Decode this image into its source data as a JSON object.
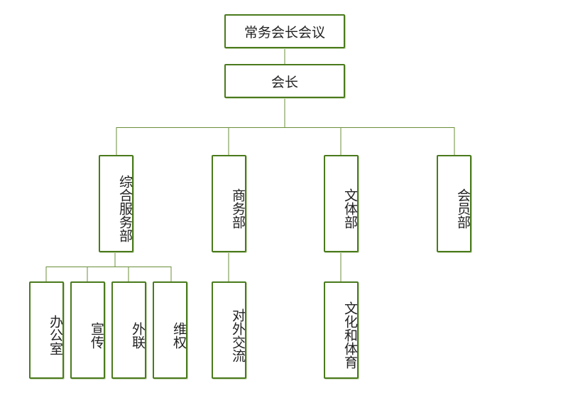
{
  "org_chart": {
    "top": "常务会长会议",
    "president": "会长",
    "departments": [
      "综合服务部",
      "商务部",
      "文体部",
      "会员部"
    ],
    "sub_units": {
      "general_services": [
        "办公室",
        "宣传",
        "外联",
        "维权"
      ],
      "commerce": [
        "对外交流"
      ],
      "culture_sports": [
        "文化和体育"
      ]
    }
  },
  "colors": {
    "border": "#4a7a1c",
    "connector": "#6b8f3a",
    "text": "#222222"
  }
}
